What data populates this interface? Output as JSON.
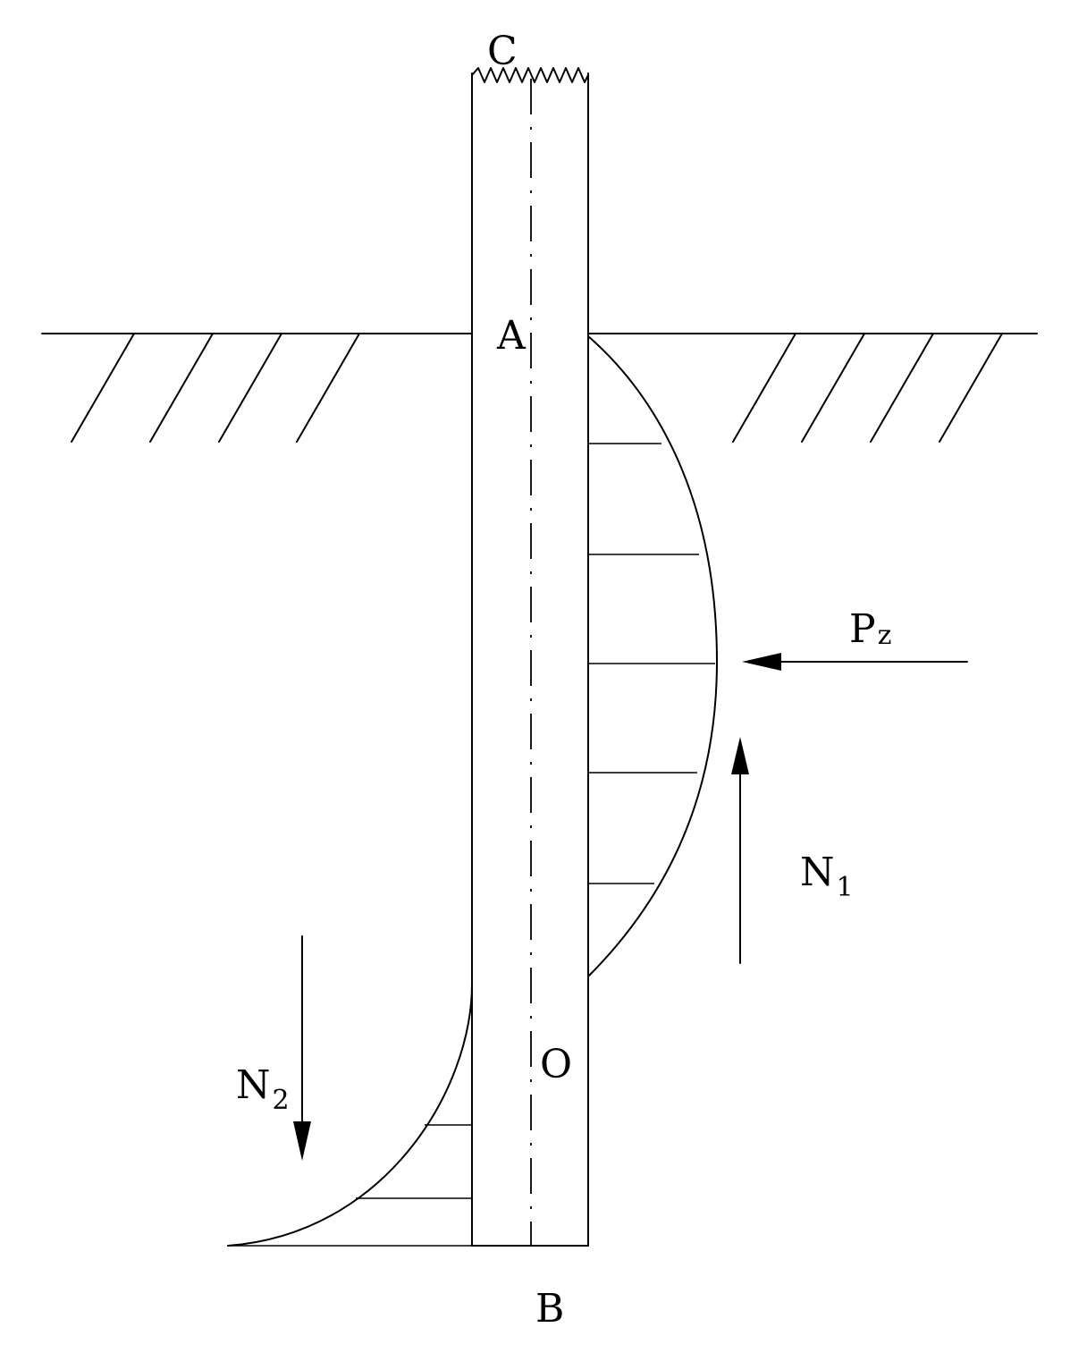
{
  "labels": {
    "C": "C",
    "A": "A",
    "O": "O",
    "B": "B",
    "Pz_main": "P",
    "Pz_sub": "z",
    "N1_main": "N",
    "N1_sub": "1",
    "N2_main": "N",
    "N2_sub": "2"
  },
  "colors": {
    "line": "#000000",
    "background": "#ffffff"
  }
}
